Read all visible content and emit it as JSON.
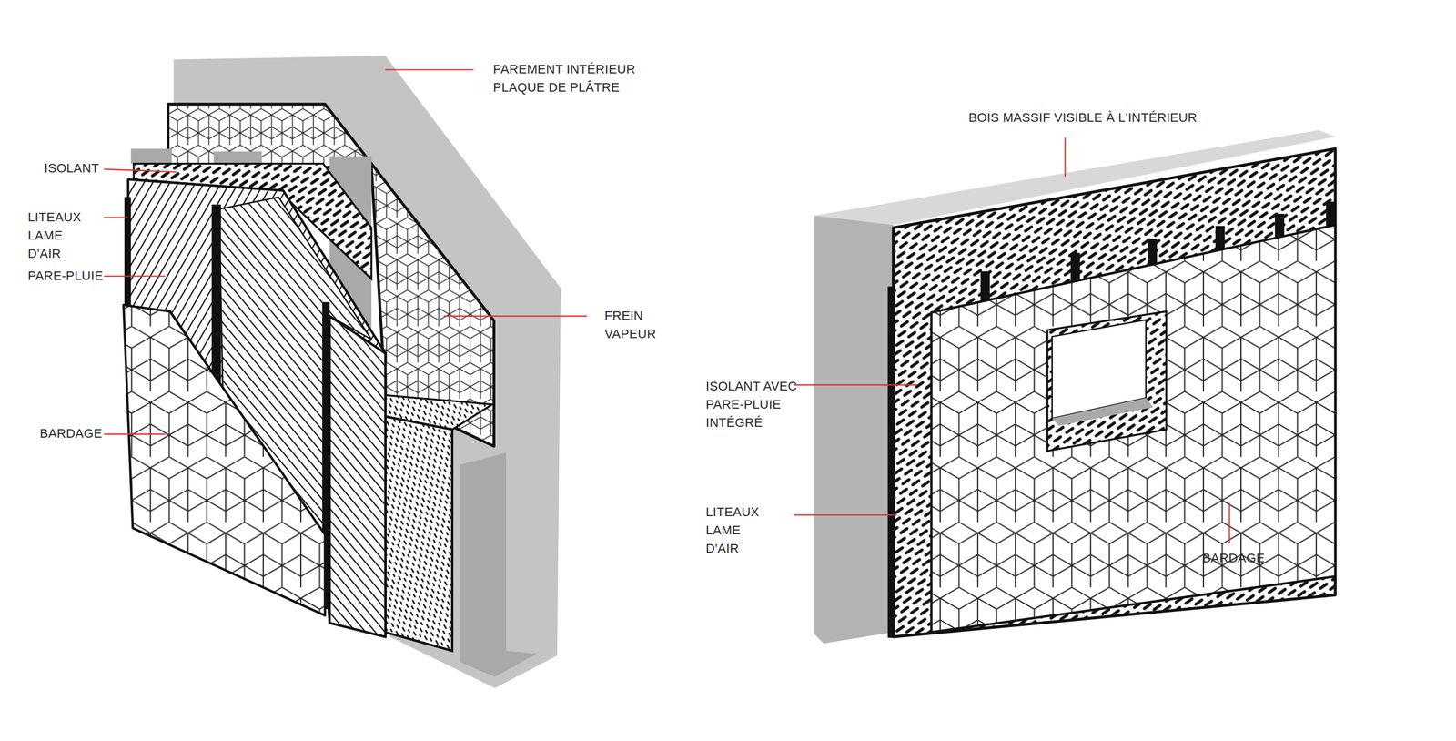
{
  "diagram": {
    "labels": [
      "PAREMENT INTÉRIEUR PLAQUE DE PLÂTRE",
      "ISOLANT",
      "LITEAUX LAME D'AIR",
      "PARE-PLUIE",
      "BARDAGE",
      "FREIN VAPEUR",
      "BOIS MASSIF VISIBLE À L'INTÉRIEUR",
      "ISOLANT AVEC PARE-PLUIE INTÉGRÉ",
      "LITEAUX LAME D'AIR",
      "BARDAGE"
    ]
  }
}
